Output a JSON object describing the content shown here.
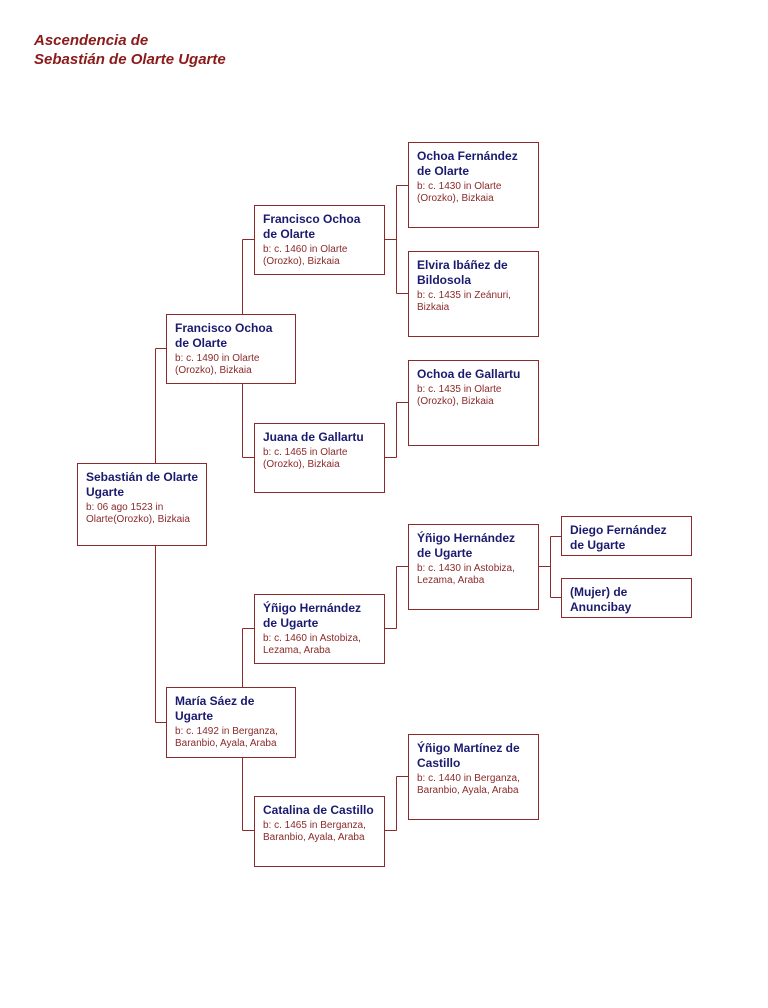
{
  "header": {
    "title_line1": "Ascendencia de",
    "title_line2": "Sebastián de Olarte Ugarte"
  },
  "colors": {
    "title": "#8b1a1a",
    "name": "#1a1a6e",
    "info": "#8b2a2a",
    "border": "#8b2a2a",
    "line": "#8b2a2a"
  },
  "persons": {
    "p1": {
      "name": "Sebastián de Olarte Ugarte",
      "info": "b: 06 ago 1523 in Olarte(Orozko), Bizkaia"
    },
    "p2": {
      "name": "Francisco Ochoa de Olarte",
      "info": "b: c. 1490 in Olarte (Orozko), Bizkaia"
    },
    "p3": {
      "name": "María Sáez de Ugarte",
      "info": "b: c. 1492 in Berganza, Baranbio, Ayala, Araba"
    },
    "p4": {
      "name": "Francisco Ochoa de Olarte",
      "info": "b: c. 1460 in Olarte (Orozko), Bizkaia"
    },
    "p5": {
      "name": "Juana de Gallartu",
      "info": "b: c. 1465 in Olarte (Orozko), Bizkaia"
    },
    "p6": {
      "name": "Ýñigo Hernández de Ugarte",
      "info": "b: c. 1460 in Astobiza, Lezama, Araba"
    },
    "p7": {
      "name": "Catalina de Castillo",
      "info": "b: c. 1465 in Berganza, Baranbio, Ayala, Araba"
    },
    "p8": {
      "name": "Ochoa Fernández de Olarte",
      "info": "b: c. 1430 in Olarte (Orozko), Bizkaia"
    },
    "p9": {
      "name": "Elvira Ibáñez de Bildosola",
      "info": "b: c. 1435 in Zeánuri, Bizkaia"
    },
    "p10": {
      "name": "Ochoa de Gallartu",
      "info": "b: c. 1435 in Olarte (Orozko), Bizkaia"
    },
    "p12": {
      "name": "Ýñigo Hernández de Ugarte",
      "info": "b: c. 1430 in Astobiza, Lezama, Araba"
    },
    "p14": {
      "name": "Ýñigo Martínez de Castillo",
      "info": "b: c. 1440 in Berganza, Baranbio, Ayala, Araba"
    },
    "p24": {
      "name": "Diego Fernández de Ugarte",
      "info": ""
    },
    "p25": {
      "name": "(Mujer) de Anuncibay",
      "info": ""
    }
  }
}
